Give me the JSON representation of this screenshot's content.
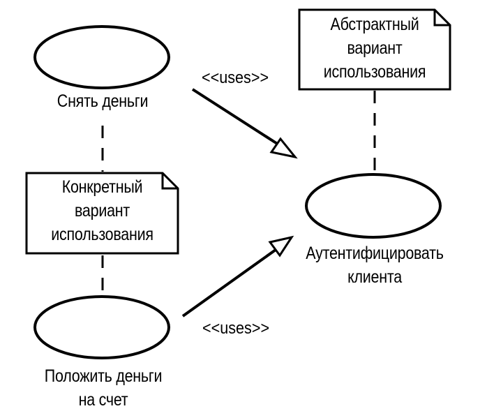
{
  "use_cases": {
    "withdraw": {
      "line1": "Снять деньги"
    },
    "deposit": {
      "line1": "Положить деньги",
      "line2": "на счет"
    },
    "authenticate": {
      "line1": "Аутентифицировать",
      "line2": "клиента"
    }
  },
  "notes": {
    "abstract": {
      "line1": "Абстрактный",
      "line2": "вариант",
      "line3": "использования"
    },
    "concrete": {
      "line1": "Конкретный",
      "line2": "вариант",
      "line3": "использования"
    }
  },
  "relations": {
    "top_stereotype": "<<uses>>",
    "bottom_stereotype": "<<uses>>"
  },
  "colors": {
    "stroke": "#000000",
    "background": "#ffffff"
  }
}
